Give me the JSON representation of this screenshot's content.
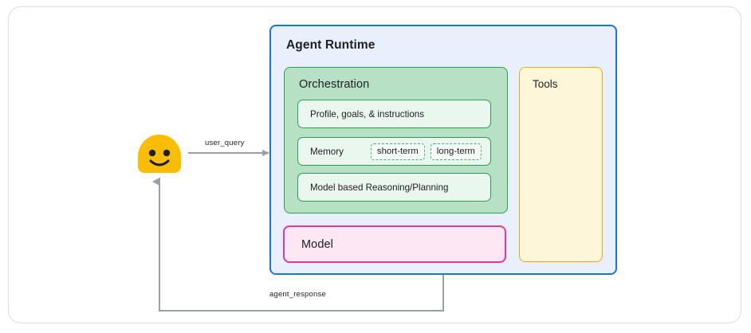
{
  "diagram": {
    "type": "architecture-block-diagram",
    "colors": {
      "card_border": "#dadce0",
      "runtime_border": "#1a73e8",
      "runtime_fill": "#e8f0fe",
      "orchestration_border": "#2f9e4f",
      "orchestration_fill": "#b7e1c4",
      "inner_box_fill": "#eaf7ee",
      "model_border": "#e0399b",
      "model_fill": "#fde7f3",
      "tools_border": "#f2a60c",
      "tools_fill": "#fdf6d9",
      "avatar_fill": "#fbbc04",
      "arrow": "#9aa0a6"
    },
    "runtime": {
      "title": "Agent Runtime",
      "orchestration": {
        "title": "Orchestration",
        "boxes": [
          {
            "label": "Profile, goals, & instructions"
          },
          {
            "label": "Memory",
            "chips": [
              {
                "label": "short-term"
              },
              {
                "label": "long-term"
              }
            ]
          },
          {
            "label": "Model based Reasoning/Planning"
          }
        ]
      },
      "model": {
        "label": "Model"
      },
      "tools": {
        "title": "Tools"
      }
    },
    "actor": {
      "name": "user-avatar",
      "icon": "smiley-face-icon"
    },
    "edges": [
      {
        "name": "user-query-arrow",
        "label": "user_query"
      },
      {
        "name": "agent-response-arrow",
        "label": "agent_response"
      }
    ]
  }
}
